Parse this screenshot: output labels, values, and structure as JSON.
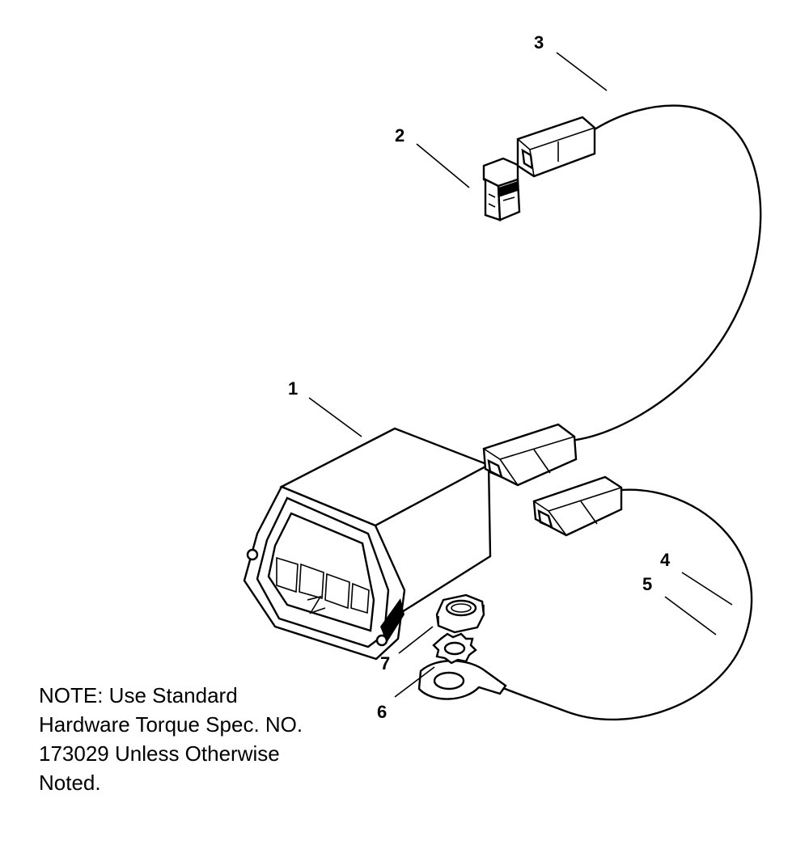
{
  "callouts": {
    "c1": "1",
    "c2": "2",
    "c3": "3",
    "c4": "4",
    "c5": "5",
    "c6": "6",
    "c7": "7"
  },
  "note": {
    "line1": "NOTE: Use Standard",
    "line2": "Hardware Torque Spec. NO.",
    "line3": "173029 Unless Otherwise",
    "line4": "Noted."
  }
}
